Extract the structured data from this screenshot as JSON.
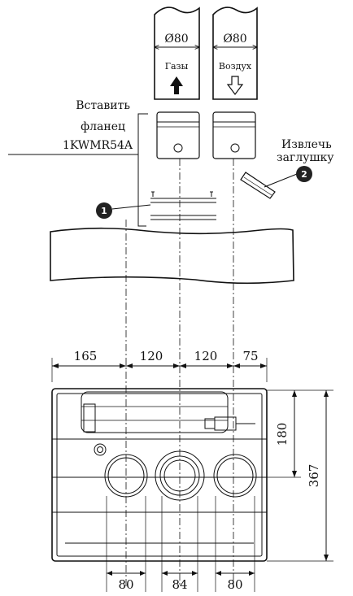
{
  "pipes": {
    "flue": {
      "diameter": "Ø80",
      "label": "Газы"
    },
    "air": {
      "diameter": "Ø80",
      "label": "Воздух"
    }
  },
  "callouts": {
    "flange_line1": "Вставить",
    "flange_line2": "фланец",
    "flange_line3": "1KWMR54A",
    "plug_line1": "Извлечь",
    "plug_line2": "заглушку"
  },
  "markers": {
    "m1": "1",
    "m2": "2"
  },
  "dimensions_top": {
    "d1": "165",
    "d2": "120",
    "d3": "120",
    "d4": "75"
  },
  "dimensions_right": {
    "depth1": "180",
    "depth2": "367"
  },
  "dimensions_bottom": {
    "b1": "80",
    "b2": "84",
    "b3": "80"
  }
}
